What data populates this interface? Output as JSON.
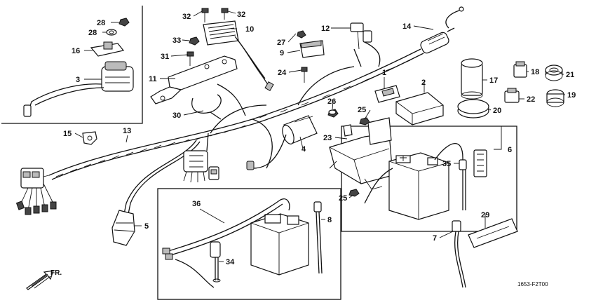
{
  "diagram": {
    "drawing_code": "1653-F2T00",
    "direction_label": "FR.",
    "callouts": [
      "1",
      "2",
      "3",
      "4",
      "5",
      "6",
      "7",
      "8",
      "9",
      "10",
      "11",
      "12",
      "13",
      "14",
      "15",
      "16",
      "17",
      "18",
      "19",
      "20",
      "21",
      "22",
      "23",
      "24",
      "25",
      "26",
      "27",
      "28",
      "29",
      "30",
      "31",
      "32",
      "33",
      "34",
      "35",
      "36"
    ],
    "duplicate_callouts": [
      "25",
      "28",
      "32"
    ],
    "parts": {
      "wire_harness": "13",
      "ignition_coil": "4",
      "plug_cap": "5",
      "battery_box": "23",
      "battery": "6",
      "regulator": "10",
      "cdi_unit": "3",
      "fuse_holder": "14",
      "horn": "17",
      "relay": "18",
      "fuse_box": "2"
    }
  }
}
